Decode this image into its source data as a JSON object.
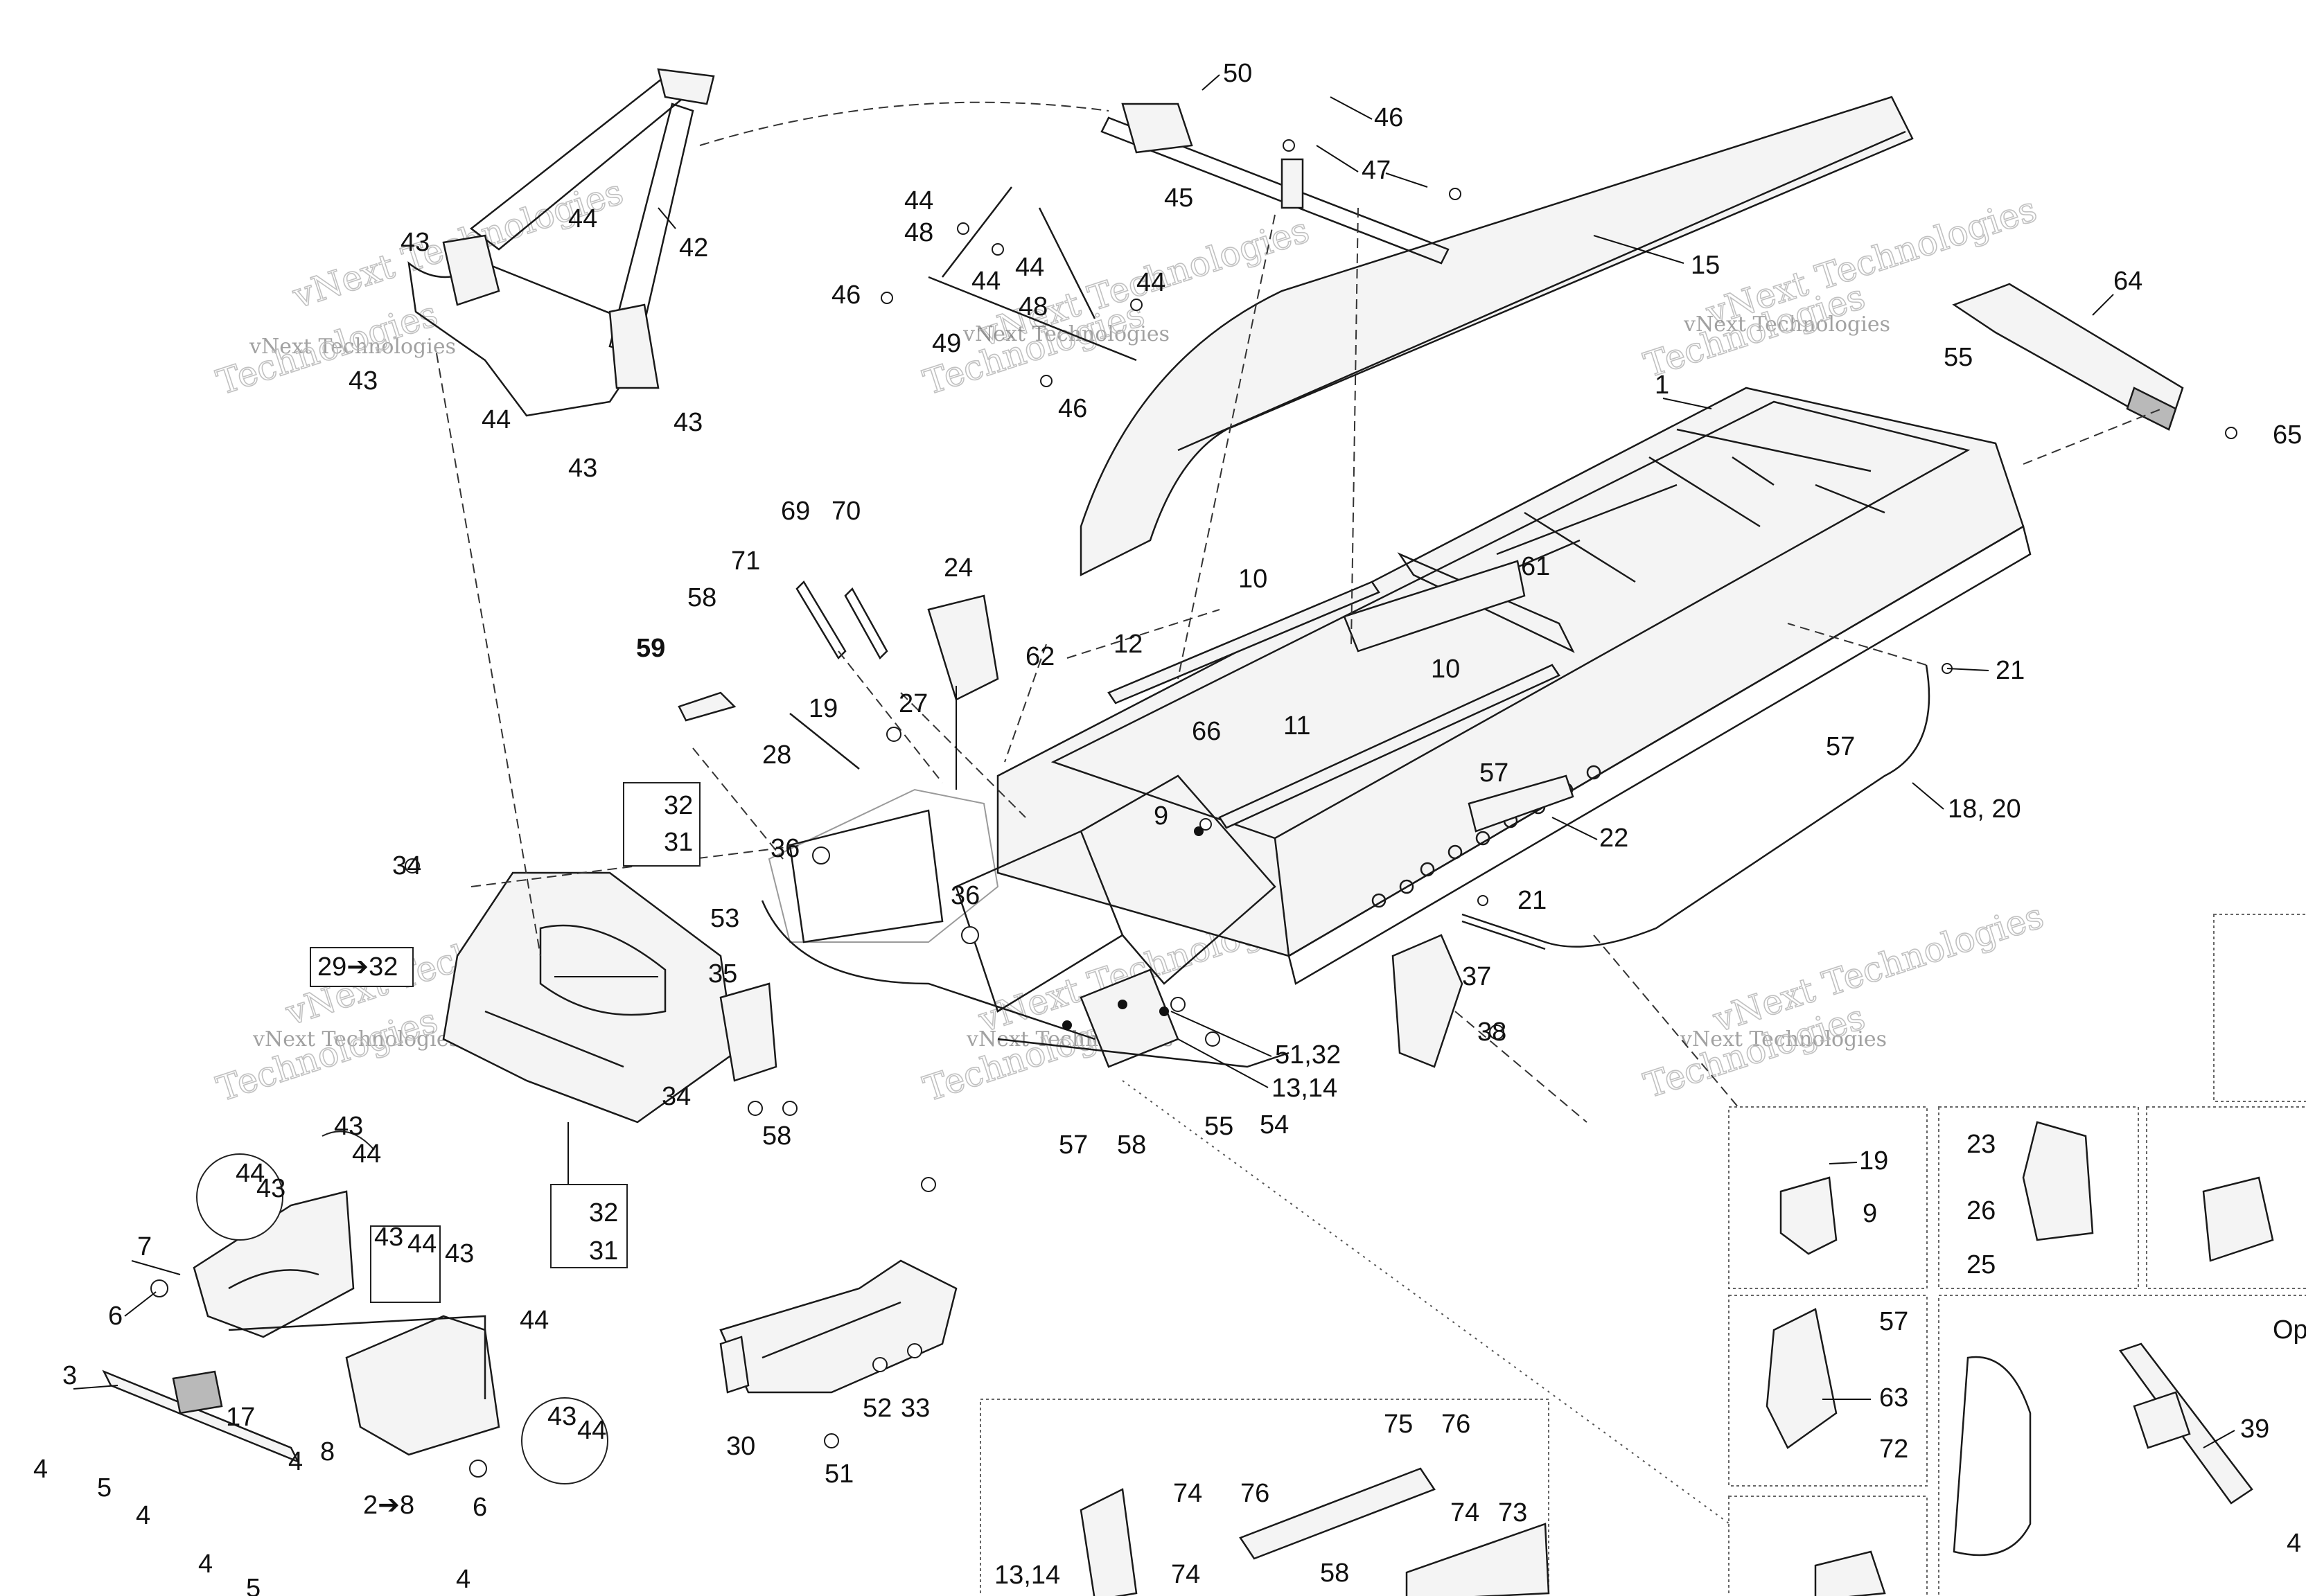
{
  "watermark": "vNext Technologies",
  "watermark_sub": "Technologies",
  "callouts": {
    "c1": "1",
    "c2_8": "2➔8",
    "c3": "3",
    "c4": "4",
    "c5": "5",
    "c6": "6",
    "c7": "7",
    "c8": "8",
    "c9": "9",
    "c10": "10",
    "c11": "11",
    "c12": "12",
    "c13_14": "13,14",
    "c15": "15",
    "c17": "17",
    "c18_20": "18, 20",
    "c19": "19",
    "c21": "21",
    "c22": "22",
    "c23": "23",
    "c24": "24",
    "c25": "25",
    "c26": "26",
    "c27": "27",
    "c28": "28",
    "c29_32": "29➔32",
    "c30": "30",
    "c31": "31",
    "c32": "32",
    "c33": "33",
    "c34": "34",
    "c35": "35",
    "c36": "36",
    "c37": "37",
    "c38": "38",
    "c39": "39",
    "c42": "42",
    "c43": "43",
    "c44": "44",
    "c45": "45",
    "c46": "46",
    "c47": "47",
    "c48": "48",
    "c49": "49",
    "c50": "50",
    "c51": "51",
    "c51_32": "51,32",
    "c52": "52",
    "c53": "53",
    "c54": "54",
    "c55": "55",
    "c57": "57",
    "c58": "58",
    "c59": "59",
    "c61": "61",
    "c62": "62",
    "c63": "63",
    "c64": "64",
    "c65": "65",
    "c66": "66",
    "c69": "69",
    "c70": "70",
    "c71": "71",
    "c72": "72",
    "c73": "73",
    "c74": "74",
    "c75": "75",
    "c76": "76",
    "c_op": "Op",
    "c_edge4": "4"
  }
}
